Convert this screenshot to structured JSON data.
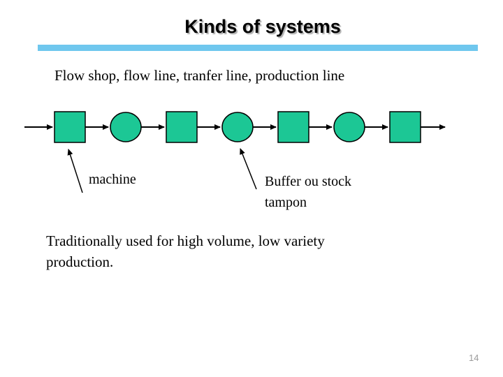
{
  "title": "Kinds of systems",
  "subtitle": "Flow shop, flow line, tranfer line, production line",
  "diagram": {
    "sequence": [
      "square",
      "circle",
      "square",
      "circle",
      "square",
      "circle",
      "square"
    ],
    "machine_label": "machine",
    "buffer_label_line1": "Buffer ou stock",
    "buffer_label_line2": "tampon"
  },
  "body_text": "Traditionally used for high volume, low variety production.",
  "page_number": "14",
  "colors": {
    "title_bar": "#6FC7EE",
    "shape_fill": "#1CC795",
    "page_number_gray": "#9B9B9B"
  }
}
